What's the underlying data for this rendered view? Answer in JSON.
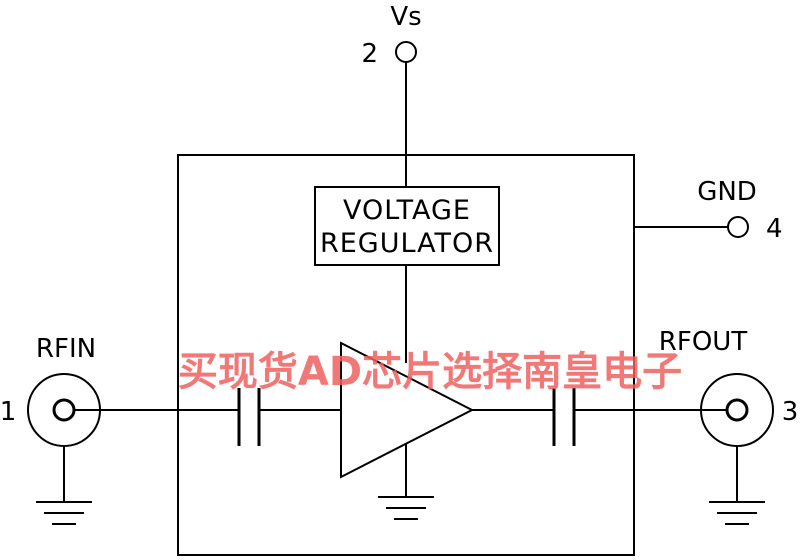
{
  "labels": {
    "vs": "Vs",
    "gnd": "GND",
    "rfin": "RFIN",
    "rfout": "RFOUT",
    "regulator_line1": "VOLTAGE",
    "regulator_line2": "REGULATOR"
  },
  "pins": {
    "p1": "1",
    "p2": "2",
    "p3": "3",
    "p4": "4"
  },
  "watermark": "买现货AD芯片选择南皇电子",
  "colors": {
    "line": "#000000",
    "watermark": "#f06060",
    "background": "#ffffff"
  }
}
